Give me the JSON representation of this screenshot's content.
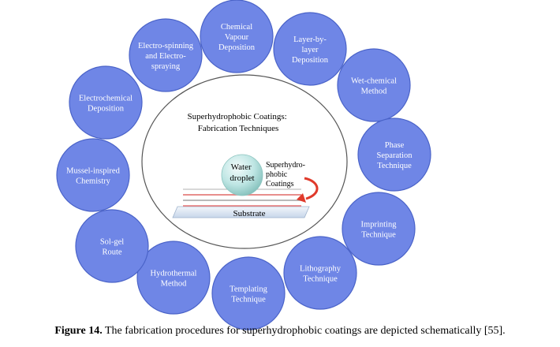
{
  "center_title": [
    "Superhydrophobic Coatings:",
    "Fabrication Techniques"
  ],
  "droplet_label": [
    "Water",
    "droplet"
  ],
  "coating_label": [
    "Superhydro-",
    "phobic",
    "Coatings"
  ],
  "substrate_label": "Substrate",
  "techniques": [
    {
      "lines": [
        "Chemical",
        "Vapour",
        "Deposition"
      ]
    },
    {
      "lines": [
        "Layer-by-",
        "layer",
        "Deposition"
      ]
    },
    {
      "lines": [
        "Wet-chemical",
        "Method"
      ]
    },
    {
      "lines": [
        "Phase",
        "Separation",
        "Technique"
      ]
    },
    {
      "lines": [
        "Imprinting",
        "Technique"
      ]
    },
    {
      "lines": [
        "Lithography",
        "Technique"
      ]
    },
    {
      "lines": [
        "Templating",
        "Technique"
      ]
    },
    {
      "lines": [
        "Hydrothermal",
        "Method"
      ]
    },
    {
      "lines": [
        "Sol-gel",
        "Route"
      ]
    },
    {
      "lines": [
        "Mussel-inspired",
        "Chemistry"
      ]
    },
    {
      "lines": [
        "Electrochemical",
        "Deposition"
      ]
    },
    {
      "lines": [
        "Electro-spinning",
        "and Electro-",
        "spraying"
      ]
    }
  ],
  "caption": {
    "label": "Figure 14.",
    "text": " The fabrication procedures for superhydrophobic coatings are depicted schematically [55]."
  },
  "colors": {
    "technique_fill": "#6f86e6",
    "technique_stroke": "#4a63c8",
    "arrow": "#e03a2b",
    "droplet": "#bfe6e4",
    "substrate": "#dbe6f3"
  }
}
